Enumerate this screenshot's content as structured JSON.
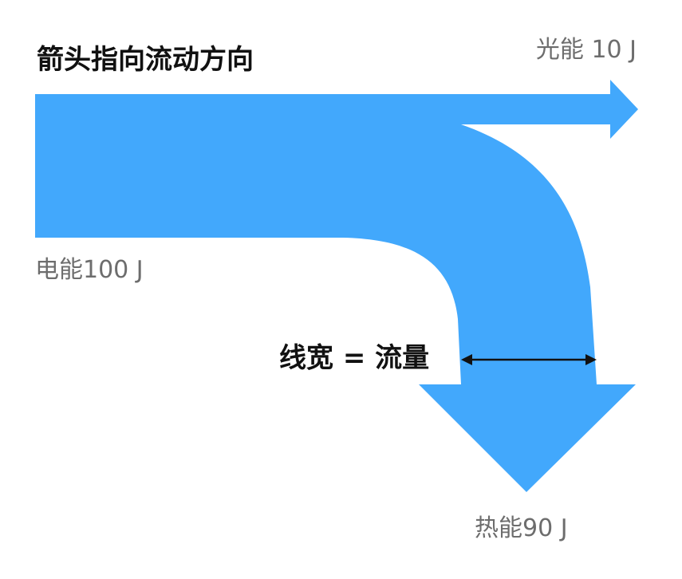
{
  "title": "箭头指向流动方向",
  "flows": {
    "input": {
      "label": "电能100 J",
      "value": 100,
      "unit": "J"
    },
    "outputs": [
      {
        "label": "光能 10 J",
        "value": 10,
        "unit": "J"
      },
      {
        "label": "热能90 J",
        "value": 90,
        "unit": "J"
      }
    ]
  },
  "annotation": {
    "label": "线宽 = 流量"
  },
  "colors": {
    "flow": "#42a8fc",
    "arrow_line": "#111111",
    "label_gray": "#6d6d6d",
    "text_dark": "#111111"
  }
}
